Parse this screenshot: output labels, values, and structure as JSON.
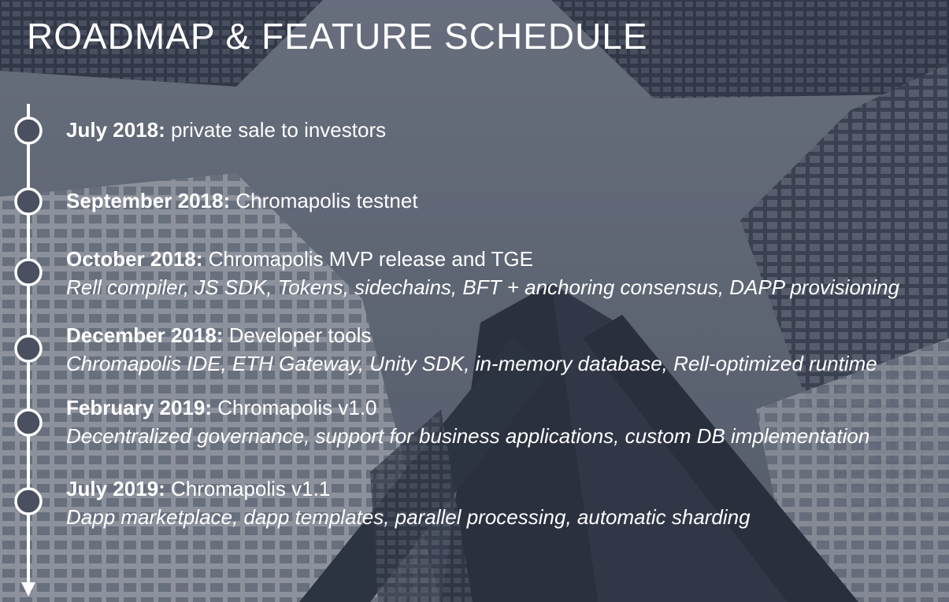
{
  "title": "ROADMAP & FEATURE SCHEDULE",
  "milestones": [
    {
      "date": "July 2018:",
      "text": " private sale to investors",
      "detail": ""
    },
    {
      "date": "September 2018:",
      "text": " Chromapolis testnet",
      "detail": ""
    },
    {
      "date": "October 2018:",
      "text": " Chromapolis MVP release and TGE",
      "detail": "Rell compiler, JS SDK, Tokens, sidechains, BFT + anchoring consensus, DAPP provisioning"
    },
    {
      "date": "December 2018:",
      "text": " Developer tools",
      "detail": "Chromapolis IDE, ETH Gateway, Unity SDK, in-memory database, Rell-optimized runtime"
    },
    {
      "date": "February 2019:",
      "text": " Chromapolis v1.0",
      "detail": "Decentralized governance, support for business applications, custom DB implementation"
    },
    {
      "date": "July 2019:",
      "text": " Chromapolis v1.1",
      "detail": "Dapp marketplace, dapp templates, parallel processing, automatic sharding"
    }
  ],
  "colors": {
    "text": "#ffffff",
    "timeline": "#ffffff",
    "overlay": "#3a4150"
  }
}
